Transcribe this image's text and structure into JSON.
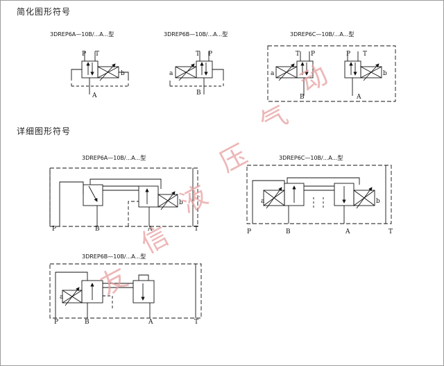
{
  "sections": {
    "simplified": "简化图形符号",
    "detailed": "详细图形符号"
  },
  "models": {
    "a": "3DREP6A—10B/...A...型",
    "b": "3DREP6B—10B/...A...型",
    "c": "3DREP6C—10B/...A...型"
  },
  "ports": {
    "p": "P",
    "t": "T",
    "a": "A",
    "b": "B",
    "sol_a": "a",
    "sol_b": "b"
  },
  "watermark": [
    "友",
    "信",
    "液",
    "压",
    "气",
    "动"
  ],
  "colors": {
    "line": "#111111",
    "watermark": "#e8a0a0",
    "border": "#9a9a9a"
  }
}
